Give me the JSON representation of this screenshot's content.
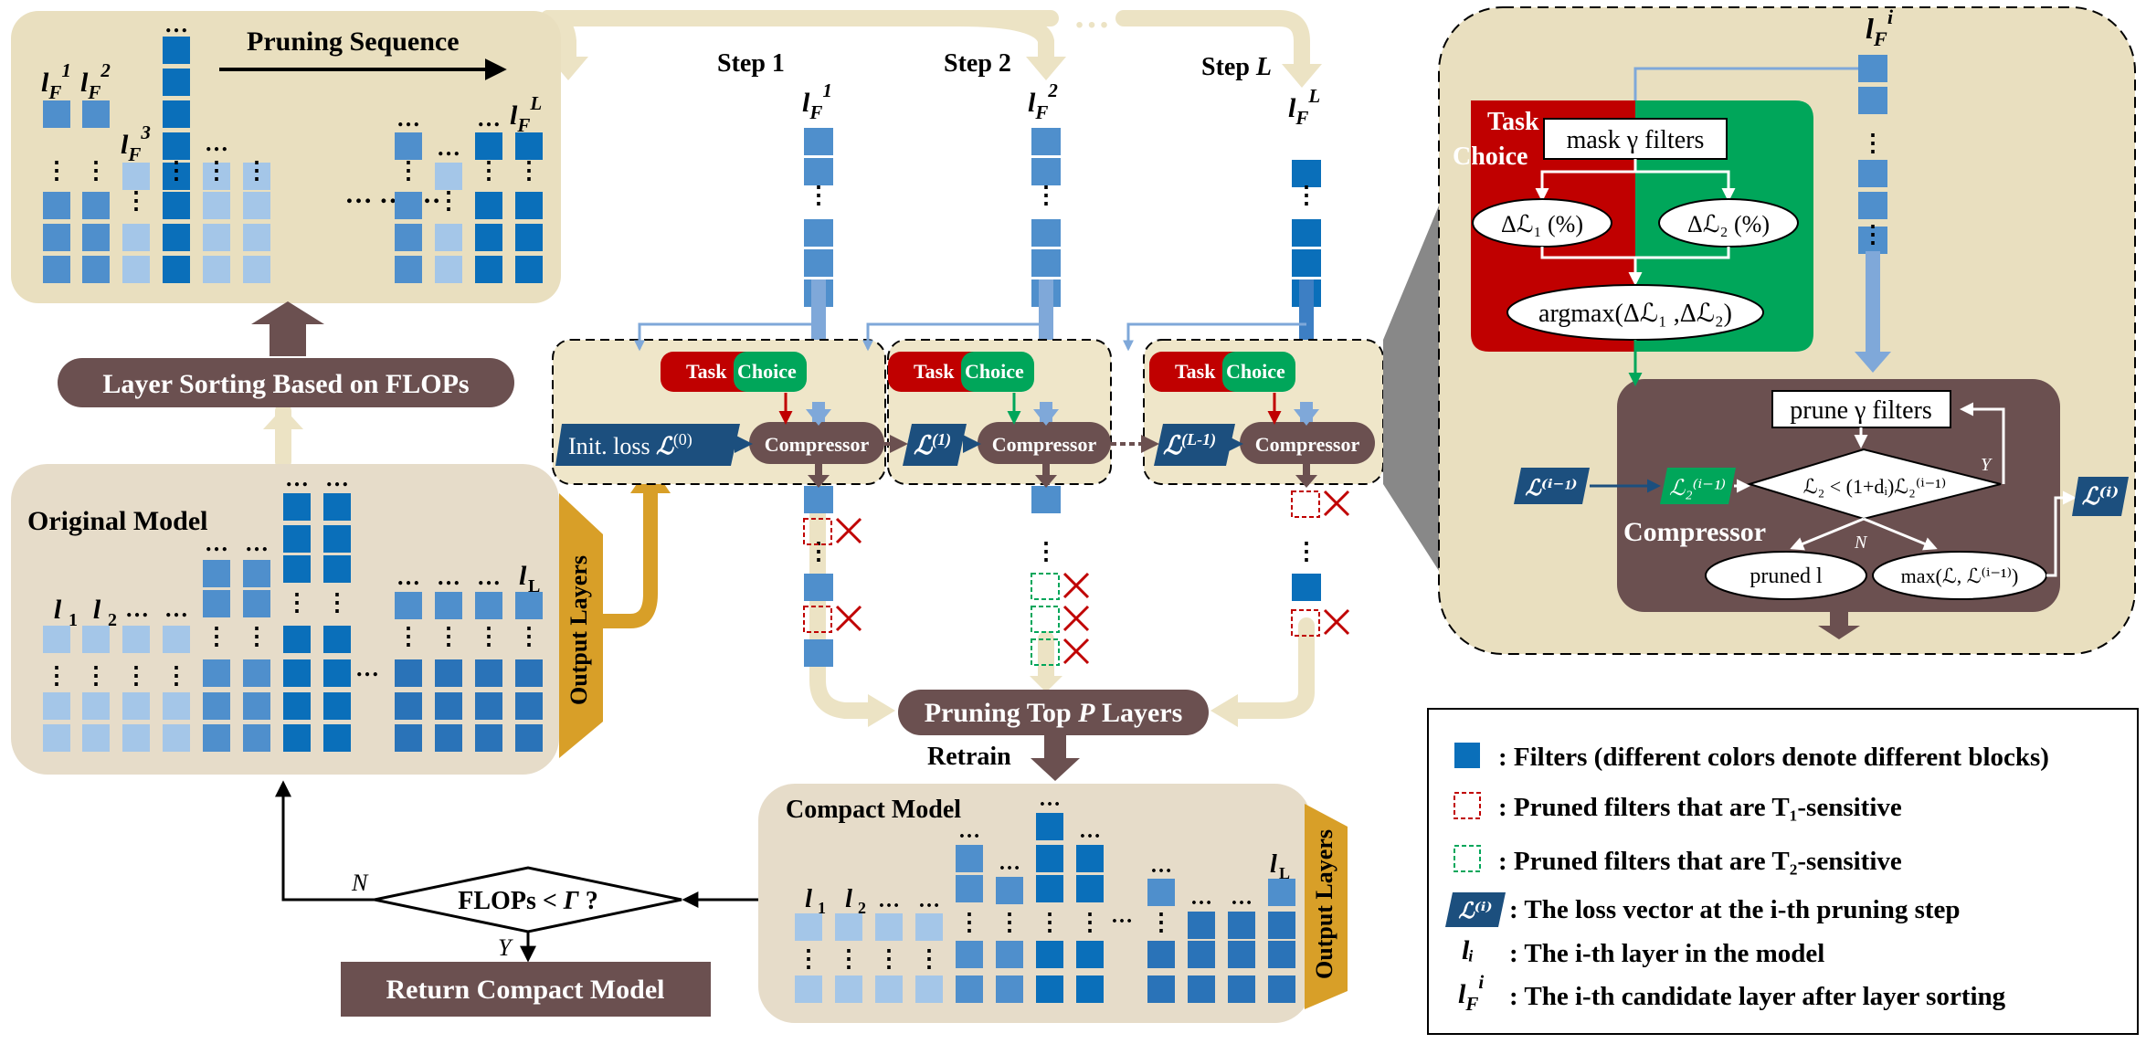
{
  "colors": {
    "dark": "#0a6fba",
    "mid": "#4f8fcc",
    "light": "#a4c6e8",
    "panel": "#e9dfbf",
    "panelInner": "#efe6c9",
    "brown": "#6b5050",
    "navy": "#1c4f7e",
    "red": "#c00000",
    "green": "#00a65a",
    "gold": "#d89f28",
    "arrowLight": "#ece3c4"
  },
  "sequence": {
    "title": "Pruning Sequence",
    "ellipsis": "…",
    "vdots": "⋮",
    "labels": {
      "f1": "l",
      "f1sub": "F",
      "f1sup": "1",
      "f2sup": "2",
      "f3sup": "3",
      "fLsup": "L"
    }
  },
  "sorting": {
    "label": "Layer Sorting Based on FLOPs"
  },
  "original": {
    "title": "Original Model",
    "l1": "l",
    "s1": "1",
    "s2": "2",
    "sL": "L",
    "output": "Output Layers"
  },
  "compact": {
    "title": "Compact Model",
    "output": "Output Layers"
  },
  "steps": [
    {
      "label": "Step 1",
      "lf": "l",
      "sub": "F",
      "sup": "1"
    },
    {
      "label": "Step 2",
      "lf": "l",
      "sub": "F",
      "sup": "2"
    },
    {
      "label": "Step L",
      "lf": "l",
      "sub": "F",
      "sup": "L"
    }
  ],
  "task": {
    "task": "Task",
    "choice": "Choice"
  },
  "compressor": {
    "label": "Compressor"
  },
  "losses": {
    "init": "Init. loss ",
    "l0": "(0)",
    "l1": "(1)",
    "lL": "(L-1)",
    "sym": "ℒ"
  },
  "pruneTop": {
    "label": "Pruning Top P Layers",
    "retrain": "Retrain"
  },
  "decision": {
    "label": "FLOPs < Γ ?",
    "no": "N",
    "yes": "Y"
  },
  "returnBox": {
    "label": "Return Compact Model"
  },
  "detail": {
    "lfi": "i",
    "task": "Task",
    "choice": "Choice",
    "mask": "mask γ filters",
    "dl1": "Δℒ₁ (%)",
    "dl2": "Δℒ₂ (%)",
    "argmax": "argmax(Δℒ₁ ,Δℒ₂)",
    "prune": "prune γ filters",
    "compressor": "Compressor",
    "cond": "ℒ₂ < (1+dᵢ)ℒ₂⁽ⁱ⁻¹⁾",
    "l2prev": "ℒ₂⁽ⁱ⁻¹⁾",
    "lprev": "ℒ⁽ⁱ⁻¹⁾",
    "li": "ℒ⁽ⁱ⁾",
    "pruned": "pruned l",
    "max": "max(ℒ, ℒ⁽ⁱ⁻¹⁾)",
    "yes": "Y",
    "no": "N"
  },
  "legend": [
    ": Filters (different colors denote different blocks)",
    ": Pruned filters that are T₁-sensitive",
    ": Pruned filters that are T₂-sensitive",
    ": The loss vector at the i-th pruning step",
    ": The i-th layer in the model",
    ": The i-th candidate layer after layer sorting"
  ],
  "legendSyms": {
    "li": "lᵢ",
    "lfi": "l",
    "lfiSub": "F",
    "lfiSup": "i",
    "L": "ℒ⁽ⁱ⁾"
  }
}
